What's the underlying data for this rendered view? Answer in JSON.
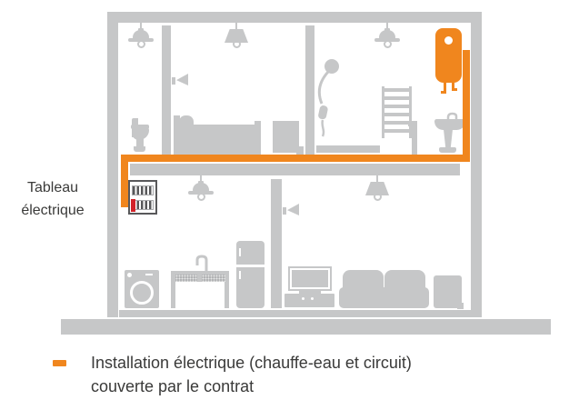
{
  "labels": {
    "electrical_panel": "Tableau électrique"
  },
  "legend": {
    "line1": "Installation électrique (chauffe-eau et circuit)",
    "line2": "couverte par le contrat",
    "swatch_color": "#f0861e"
  },
  "colors": {
    "structure_gray": "#c6c7c8",
    "circuit_orange": "#f0861e",
    "panel_dark": "#58585a",
    "switch_red": "#d2232a",
    "text_dark": "#3a3a39",
    "background": "#ffffff"
  },
  "scene": {
    "type": "house-cross-section-infographic",
    "upper_floor_icons": [
      "pendant-lamp-icon",
      "toilet-icon",
      "wall-lamp-icon",
      "bed-icon",
      "nightstand-icon",
      "cone-lamp-icon",
      "shower-icon",
      "towel-radiator-icon",
      "pendant-lamp-icon",
      "water-heater-icon",
      "pedestal-sink-icon"
    ],
    "lower_floor_icons": [
      "electrical-panel-icon",
      "pendant-lamp-icon",
      "washing-machine-icon",
      "kitchen-faucet-icon",
      "kitchen-sink-icon",
      "refrigerator-icon",
      "wall-lamp-icon",
      "cone-lamp-icon",
      "tv-icon",
      "tv-cabinet-icon",
      "sofa-icon",
      "side-table-icon"
    ],
    "circuit_icons": [
      "circuit-line-horizontal",
      "circuit-line-left-vertical",
      "circuit-line-right-vertical",
      "circuit-panel-stub"
    ]
  }
}
